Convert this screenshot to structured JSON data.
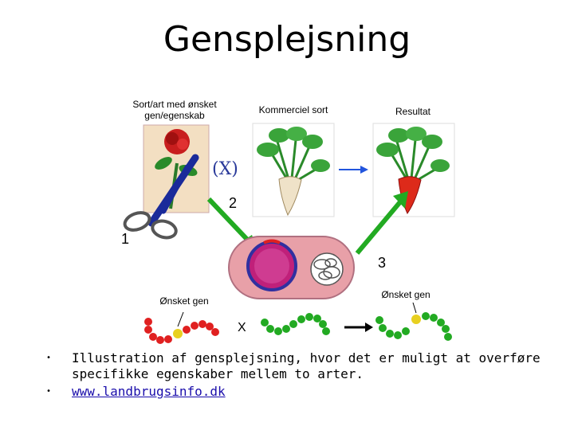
{
  "title": "Gensplejsning",
  "labels": {
    "donor": "Sort/art med ønsket gen/egenskab",
    "commercial": "Kommerciel sort",
    "result": "Resultat",
    "crossing": "(X)",
    "step1": "1",
    "step2": "2",
    "step3": "3",
    "gene_left": "Ønsket gen",
    "gene_right": "Ønsket gen",
    "x_mark": "X"
  },
  "bullets": [
    "Illustration af gensplejsning, hvor det er muligt at overføre specifikke egenskaber mellem to arter.",
    "www.landbrugsinfo.dk"
  ],
  "colors": {
    "arrow": "#22aa22",
    "blue_arrow": "#2255dd",
    "cell": "#e8a0a8",
    "nucleus": "#c0207a",
    "beet_red": "#dd2a1a"
  }
}
